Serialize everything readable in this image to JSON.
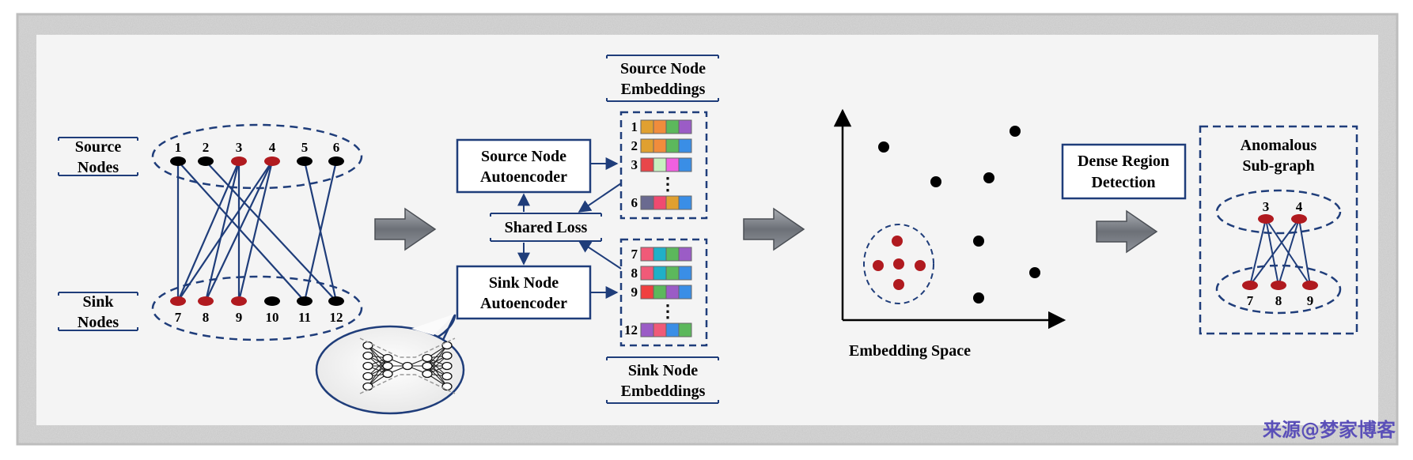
{
  "colors": {
    "line": "#1f3d7a",
    "red_node": "#b01a1f",
    "black_node": "#000000",
    "watermark": "#5a4fb8"
  },
  "graph": {
    "source_label_line1": "Source",
    "source_label_line2": "Nodes",
    "sink_label_line1": "Sink",
    "sink_label_line2": "Nodes",
    "source_ids": [
      "1",
      "2",
      "3",
      "4",
      "5",
      "6"
    ],
    "sink_ids": [
      "7",
      "8",
      "9",
      "10",
      "11",
      "12"
    ],
    "source_red": [
      "3",
      "4"
    ],
    "sink_red": [
      "7",
      "8",
      "9"
    ],
    "edges": [
      [
        "1",
        "7"
      ],
      [
        "1",
        "11"
      ],
      [
        "2",
        "12"
      ],
      [
        "3",
        "7"
      ],
      [
        "3",
        "8"
      ],
      [
        "3",
        "9"
      ],
      [
        "4",
        "7"
      ],
      [
        "4",
        "8"
      ],
      [
        "4",
        "9"
      ],
      [
        "5",
        "12"
      ],
      [
        "6",
        "11"
      ]
    ]
  },
  "model": {
    "source_ae_line1": "Source Node",
    "source_ae_line2": "Autoencoder",
    "shared_loss": "Shared Loss",
    "sink_ae_line1": "Sink Node",
    "sink_ae_line2": "Autoencoder"
  },
  "embeddings": {
    "source_title_line1": "Source Node",
    "source_title_line2": "Embeddings",
    "sink_title_line1": "Sink Node",
    "sink_title_line2": "Embeddings",
    "source_rows": [
      {
        "id": "1",
        "colors": [
          "#e0a030",
          "#f08c3c",
          "#5cb85c",
          "#9b5cc6"
        ]
      },
      {
        "id": "2",
        "colors": [
          "#e0a030",
          "#f08c3c",
          "#5cb85c",
          "#3a8ee6"
        ]
      },
      {
        "id": "3",
        "colors": [
          "#e8464a",
          "#c8f0c0",
          "#f060e0",
          "#3a8ee6"
        ]
      },
      {
        "id": "6",
        "colors": [
          "#6a6a90",
          "#f04a70",
          "#e0a030",
          "#3a8ee6"
        ]
      }
    ],
    "sink_rows": [
      {
        "id": "7",
        "colors": [
          "#f05a78",
          "#20b0c8",
          "#5cb85c",
          "#9b5cc6"
        ]
      },
      {
        "id": "8",
        "colors": [
          "#f05a78",
          "#20b0c8",
          "#5cb85c",
          "#3a8ee6"
        ]
      },
      {
        "id": "9",
        "colors": [
          "#f04040",
          "#5cb85c",
          "#9b5cc6",
          "#3a8ee6"
        ]
      },
      {
        "id": "12",
        "colors": [
          "#9b5cc6",
          "#f05a78",
          "#3a8ee6",
          "#5cb85c"
        ]
      }
    ],
    "ellipsis": "⋮"
  },
  "space": {
    "label": "Embedding Space"
  },
  "detection": {
    "line1": "Dense Region",
    "line2": "Detection"
  },
  "result": {
    "title_line1": "Anomalous",
    "title_line2": "Sub-graph",
    "source_ids": [
      "3",
      "4"
    ],
    "sink_ids": [
      "7",
      "8",
      "9"
    ]
  },
  "watermark": "来源@梦家博客"
}
